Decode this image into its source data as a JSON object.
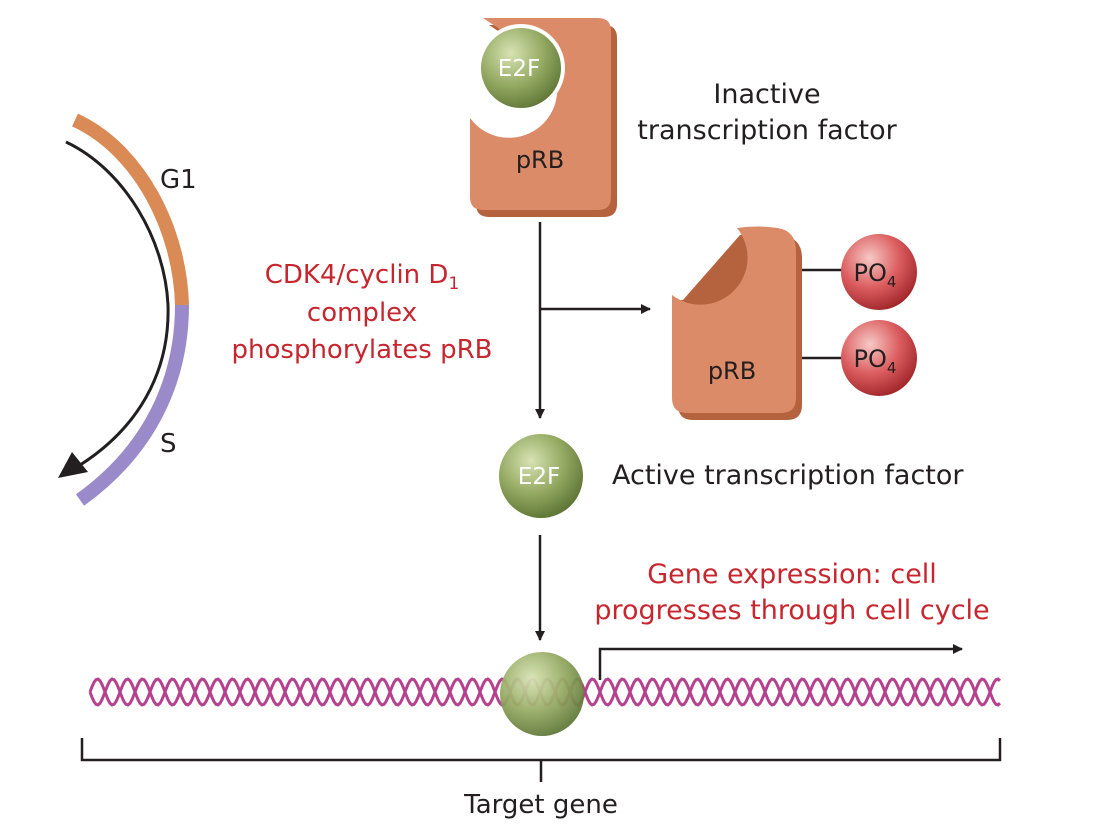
{
  "cell_cycle": {
    "phase_g1": "G1",
    "phase_s": "S",
    "colors": {
      "g1": "#d98a55",
      "s": "#9b8ac9"
    }
  },
  "inactive_complex": {
    "e2f_label": "E2F",
    "prb_label": "pRB",
    "caption_line1": "Inactive",
    "caption_line2": "transcription factor"
  },
  "phosphorylation": {
    "line1_main": "CDK4/cyclin D",
    "line1_sub": "1",
    "line2": "complex",
    "line3": "phosphorylates pRB"
  },
  "phospho_prb": {
    "prb_label": "pRB",
    "po4_main": "PO",
    "po4_sub": "4"
  },
  "active_factor": {
    "e2f_label": "E2F",
    "caption": "Active transcription factor"
  },
  "gene_expression": {
    "line1": "Gene expression: cell",
    "line2": "progresses through cell cycle"
  },
  "target_gene": {
    "label": "Target gene"
  },
  "colors": {
    "prb_fill": "#db8b67",
    "e2f_fill": "#8fa35f",
    "po4_fill": "#d9575a",
    "dna": "#b5428e",
    "highlight_text": "#c8262f"
  }
}
